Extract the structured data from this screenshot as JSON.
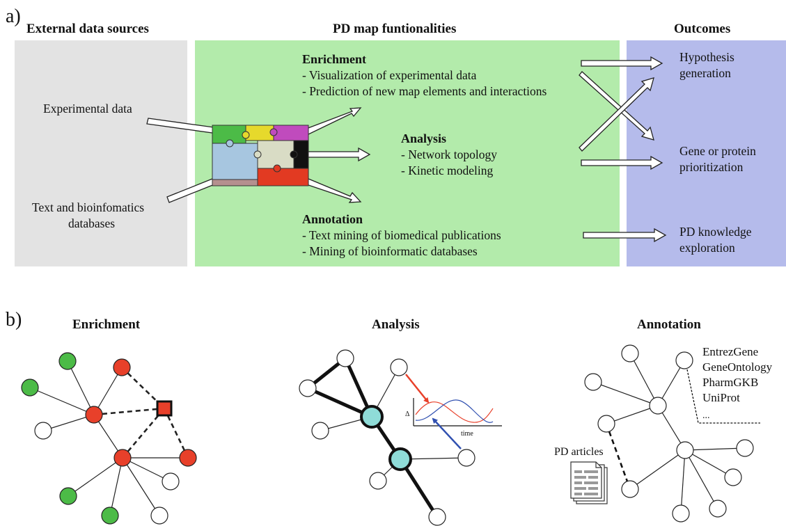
{
  "panel_a": {
    "label": "a)",
    "col_headers": {
      "sources": "External data sources",
      "functionalities": "PD map funtionalities",
      "outcomes": "Outcomes"
    },
    "sources": {
      "experimental": "Experimental data",
      "text_line1": "Text and bioinfomatics",
      "text_line2": "databases"
    },
    "enrichment": {
      "title": "Enrichment",
      "line1": "- Visualization of experimental data",
      "line2": "- Prediction of new map elements and interactions"
    },
    "analysis": {
      "title": "Analysis",
      "line1": "- Network topology",
      "line2": "- Kinetic modeling"
    },
    "annotation": {
      "title": "Annotation",
      "line1": "- Text mining of biomedical publications",
      "line2": "- Mining of bioinformatic databases"
    },
    "outcomes": {
      "hyp_line1": "Hypothesis",
      "hyp_line2": "generation",
      "gene_line1": "Gene or protein",
      "gene_line2": "prioritization",
      "pd_line1": "PD knowledge",
      "pd_line2": "exploration"
    },
    "colors": {
      "sources_bg": "#e3e3e3",
      "functionalities_bg": "#b3ebab",
      "outcomes_bg": "#b5bbeb"
    }
  },
  "panel_b": {
    "label": "b)",
    "enrichment_title": "Enrichment",
    "analysis_title": "Analysis",
    "annotation_title": "Annotation",
    "chart_axis_y": "Δ",
    "chart_axis_x": "time",
    "db_list": [
      "EntrezGene",
      "GeneOntology",
      "PharmGKB",
      "UniProt"
    ],
    "db_ellipsis": "...",
    "articles_label": "PD articles",
    "colors": {
      "red_node": "#e8402a",
      "green_node": "#4cbb47",
      "cyan_node": "#8fdcd8",
      "red_curve": "#e8402a",
      "blue_curve": "#3050b0"
    }
  }
}
